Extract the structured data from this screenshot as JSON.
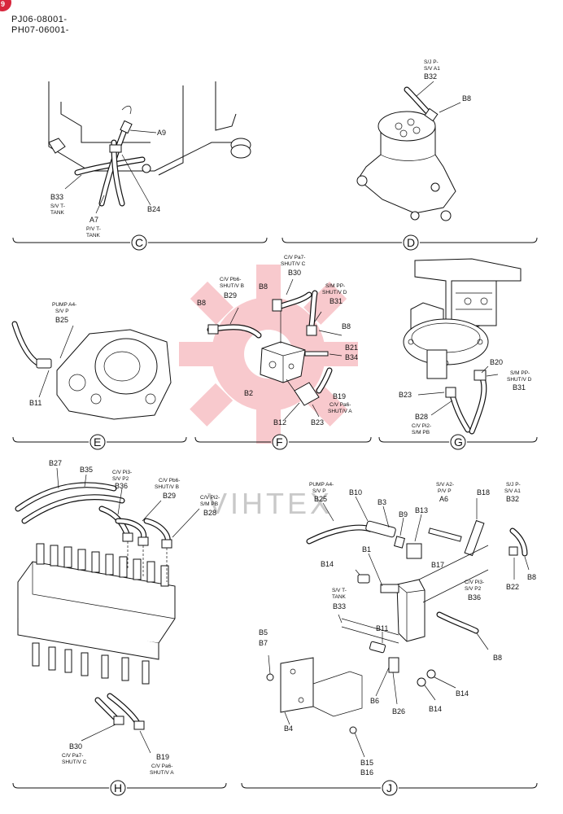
{
  "header": {
    "line1": "PJ06-08001-",
    "line2": "PH07-06001-",
    "page_badge": "9"
  },
  "watermark": {
    "text": "VIHTEX"
  },
  "sections": {
    "C": {
      "id": "C",
      "labels": {
        "a9": "A9",
        "b24": "B24",
        "b33": "B33",
        "b33_d1": "S/V T-",
        "b33_d2": "TANK",
        "a7": "A7",
        "a7_d1": "P/V T-",
        "a7_d2": "TANK"
      }
    },
    "D": {
      "id": "D",
      "labels": {
        "b32_d1": "S/J P-",
        "b32_d2": "S/V A1",
        "b32": "B32",
        "b8": "B8"
      }
    },
    "E": {
      "id": "E",
      "labels": {
        "b25_d1": "PUMP A4-",
        "b25_d2": "S/V P",
        "b25": "B25",
        "b11": "B11"
      }
    },
    "F": {
      "id": "F",
      "labels": {
        "b30_d1": "C/V Pa7-",
        "b30_d2": "SHUT/V C",
        "b30": "B30",
        "b29_d1": "C/V Pb6-",
        "b29_d2": "SHUT/V B",
        "b29": "B29",
        "b8a": "B8",
        "b8b": "B8",
        "b8c": "B8",
        "b31_d1": "S/M PP-",
        "b31_d2": "SHUT/V D",
        "b31": "B31",
        "b21": "B21",
        "b34": "B34",
        "b2": "B2",
        "b19": "B19",
        "b19_d1": "C/V Pa6-",
        "b19_d2": "SHUT/V A",
        "b12": "B12",
        "b23": "B23"
      }
    },
    "G": {
      "id": "G",
      "labels": {
        "b20": "B20",
        "b31_d1": "S/M PP-",
        "b31_d2": "SHUT/V D",
        "b31": "B31",
        "b23": "B23",
        "b28": "B28",
        "b28_d1": "C/V Pi2-",
        "b28_d2": "S/M PB"
      }
    },
    "H": {
      "id": "H",
      "labels": {
        "b27": "B27",
        "b35": "B35",
        "b36_d1": "C/V Pi3-",
        "b36_d2": "S/V P2",
        "b36": "B36",
        "b29_d1": "C/V Pb6-",
        "b29_d2": "SHUT/V B",
        "b29": "B29",
        "b28_d1": "C/V Pi2-",
        "b28_d2": "S/M PB",
        "b28": "B28",
        "b30": "B30",
        "b30_d1": "C/V Pa7-",
        "b30_d2": "SHUT/V C",
        "b19": "B19",
        "b19_d1": "C/V Pa6-",
        "b19_d2": "SHUT/V A"
      }
    },
    "J": {
      "id": "J",
      "labels": {
        "b25_d1": "PUMP A4-",
        "b25_d2": "S/V P",
        "b25": "B25",
        "b10": "B10",
        "b3": "B3",
        "b9": "B9",
        "b13": "B13",
        "a6_d1": "S/V A2-",
        "a6_d2": "P/V P",
        "a6": "A6",
        "b18": "B18",
        "b32_d1": "S/J P-",
        "b32_d2": "S/V A1",
        "b32": "B32",
        "b17": "B17",
        "b1": "B1",
        "b14a": "B14",
        "b22": "B22",
        "b8a": "B8",
        "b36_d1": "C/V Pi3-",
        "b36_d2": "S/V P2",
        "b36": "B36",
        "b33_d1": "S/V T-",
        "b33_d2": "TANK",
        "b33": "B33",
        "b11": "B11",
        "b8b": "B8",
        "b5": "B5",
        "b7": "B7",
        "b4": "B4",
        "b6": "B6",
        "b26": "B26",
        "b14b": "B14",
        "b14c": "B14",
        "b15": "B15",
        "b16": "B16"
      }
    }
  }
}
